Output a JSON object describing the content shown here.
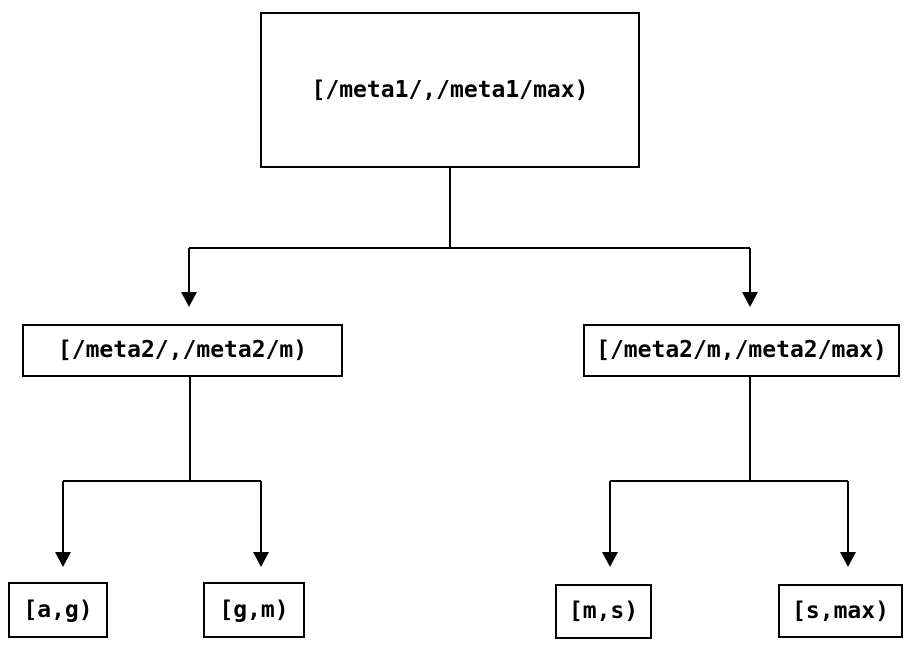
{
  "diagram": {
    "type": "tree",
    "background_color": "#ffffff",
    "line_color": "#000000",
    "box_border_color": "#000000",
    "text_color": "#000000",
    "nodes": {
      "root": {
        "label": "[/meta1/,/meta1/max)"
      },
      "mid_left": {
        "label": "[/meta2/,/meta2/m)"
      },
      "mid_right": {
        "label": "[/meta2/m,/meta2/max)"
      },
      "leaf_ag": {
        "label": "[a,g)"
      },
      "leaf_gm": {
        "label": "[g,m)"
      },
      "leaf_ms": {
        "label": "[m,s)"
      },
      "leaf_smax": {
        "label": "[s,max)"
      }
    },
    "edges": [
      {
        "from": "root",
        "to": "mid_left"
      },
      {
        "from": "root",
        "to": "mid_right"
      },
      {
        "from": "mid_left",
        "to": "leaf_ag"
      },
      {
        "from": "mid_left",
        "to": "leaf_gm"
      },
      {
        "from": "mid_right",
        "to": "leaf_ms"
      },
      {
        "from": "mid_right",
        "to": "leaf_smax"
      }
    ]
  }
}
